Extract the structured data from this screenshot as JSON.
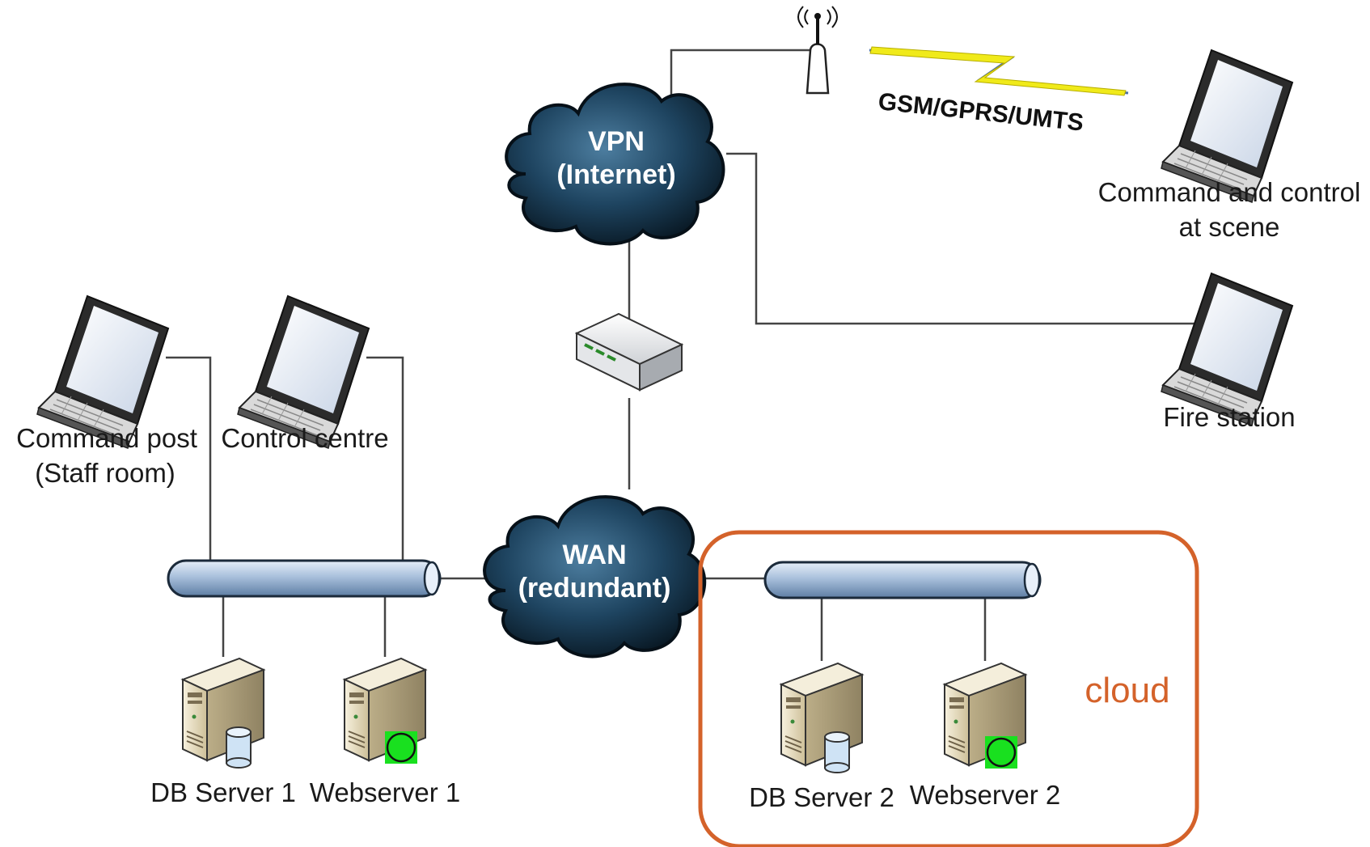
{
  "clouds": {
    "vpn": {
      "line1": "VPN",
      "line2": "(Internet)"
    },
    "wan": {
      "line1": "WAN",
      "line2": "(redundant)"
    }
  },
  "wireless": {
    "label": "GSM/GPRS/UMTS"
  },
  "laptops": {
    "scene": {
      "line1": "Command and control",
      "line2": "at scene"
    },
    "fire": {
      "line1": "Fire station"
    },
    "post": {
      "line1": "Command post",
      "line2": "(Staff room)"
    },
    "centre": {
      "line1": "Control centre"
    }
  },
  "servers": {
    "db1": "DB Server 1",
    "web1": "Webserver 1",
    "db2": "DB Server 2",
    "web2": "Webserver 2"
  },
  "region": {
    "label": "cloud",
    "color": "#d4622a"
  },
  "colors": {
    "cloud_dark": "#0d2233",
    "cloud_light": "#3f6f8f",
    "bus": "#b8cbe2",
    "server": "#ece5cf",
    "web_indicator": "#19e01f",
    "db_cylinder": "#cfe3f5",
    "lightning": "#f0ea1a"
  }
}
